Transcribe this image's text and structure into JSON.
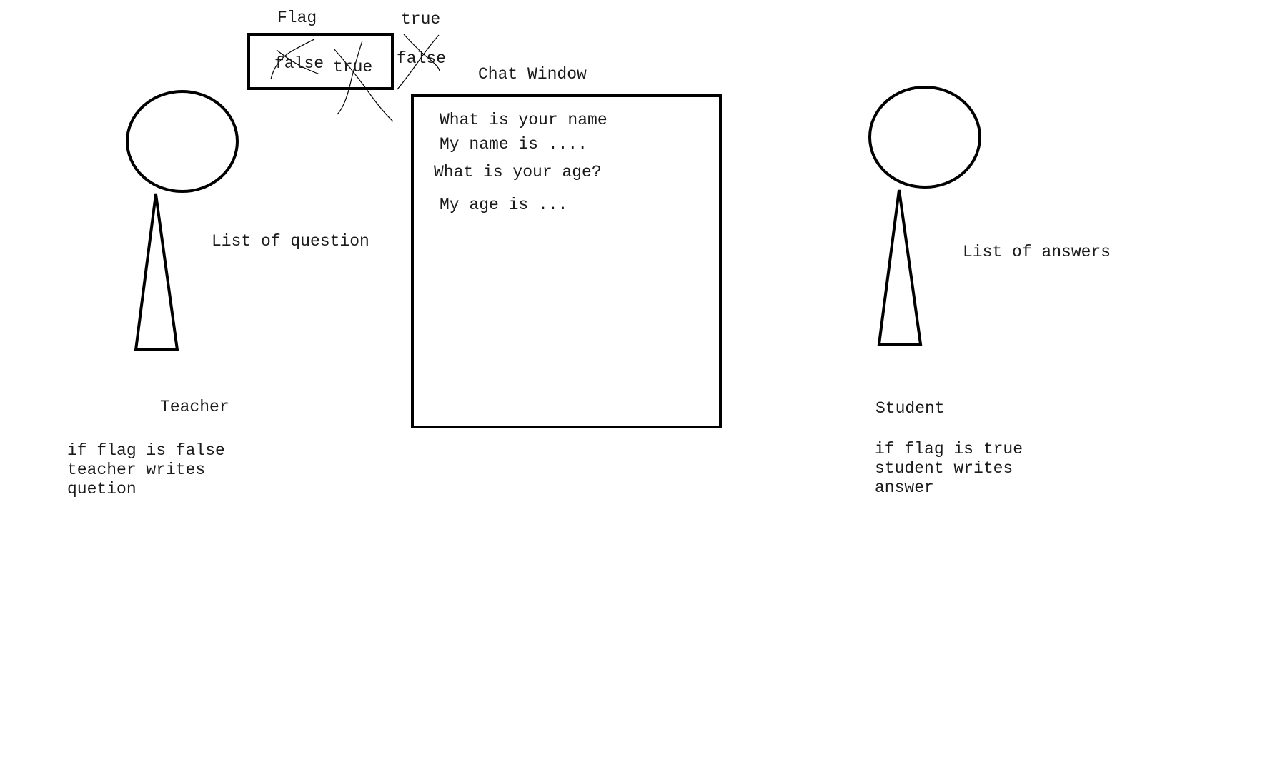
{
  "flag": {
    "label": "Flag",
    "values_in_box": [
      "false",
      "true"
    ],
    "values_outside": [
      "true",
      "false"
    ]
  },
  "chat": {
    "title": "Chat Window",
    "messages": [
      "What is your name",
      "My name is ....",
      "What is your age?",
      "My age is ..."
    ]
  },
  "teacher": {
    "label": "Teacher",
    "list_label": "List of question",
    "rule_lines": [
      "if flag is false",
      "teacher writes",
      "quetion"
    ]
  },
  "student": {
    "label": "Student",
    "list_label": "List of answers",
    "rule_lines": [
      "if flag is true",
      "student writes",
      "answer"
    ]
  },
  "colors": {
    "ink": "#000000",
    "text": "#1a1a1a",
    "background": "#ffffff"
  }
}
